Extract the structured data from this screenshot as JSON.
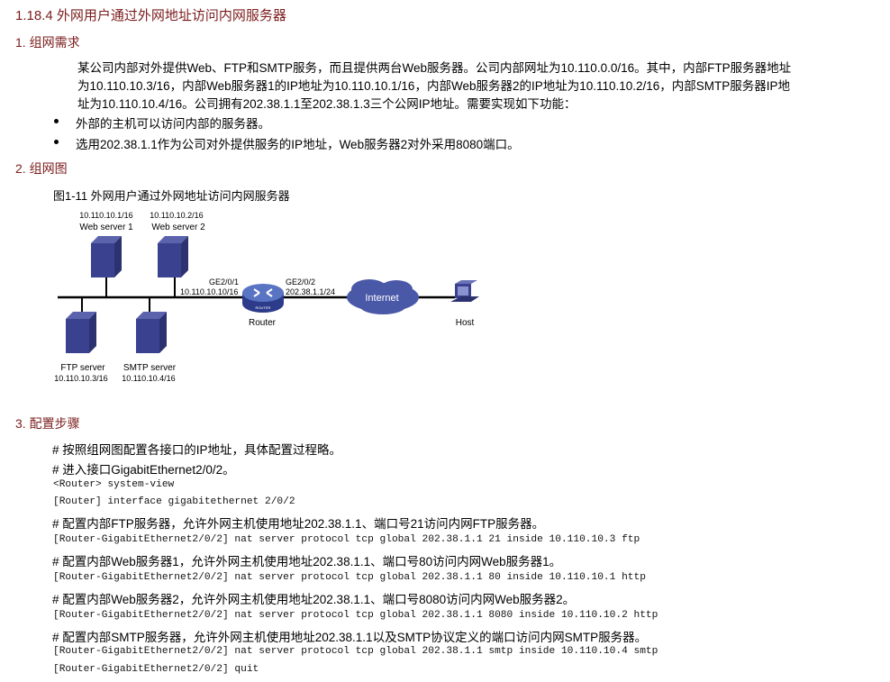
{
  "title": "1.18.4  外网用户通过外网地址访问内网服务器",
  "section1": {
    "heading": "1. 组网需求",
    "lines": [
      "某公司内部对外提供Web、FTP和SMTP服务，而且提供两台Web服务器。公司内部网址为10.110.0.0/16。其中，内部FTP服务器地址",
      "为10.110.10.3/16，内部Web服务器1的IP地址为10.110.10.1/16，内部Web服务器2的IP地址为10.110.10.2/16，内部SMTP服务器IP地",
      "址为10.110.10.4/16。公司拥有202.38.1.1至202.38.1.3三个公网IP地址。需要实现如下功能："
    ],
    "bullets": [
      "外部的主机可以访问内部的服务器。",
      "选用202.38.1.1作为公司对外提供服务的IP地址，Web服务器2对外采用8080端口。"
    ]
  },
  "section2": {
    "heading": "2. 组网图",
    "caption": "图1-11 外网用户通过外网地址访问内网服务器",
    "diagram": {
      "web1_ip": "10.110.10.1/16",
      "web1": "Web server 1",
      "web2_ip": "10.110.10.2/16",
      "web2": "Web server 2",
      "ftp": "FTP server",
      "ftp_ip": "10.110.10.3/16",
      "smtp": "SMTP server",
      "smtp_ip": "10.110.10.4/16",
      "ge1": "GE2/0/1",
      "ge1_ip": "10.110.10.10/16",
      "ge2": "GE2/0/2",
      "ge2_ip": "202.38.1.1/24",
      "router": "Router",
      "router_badge": "ROUTER",
      "internet": "Internet",
      "host": "Host"
    }
  },
  "section3": {
    "heading": "3. 配置步骤",
    "steps": [
      {
        "t": "text",
        "v": "# 按照组网图配置各接口的IP地址，具体配置过程略。"
      },
      {
        "t": "text",
        "v": "# 进入接口GigabitEthernet2/0/2。"
      },
      {
        "t": "code",
        "v": "<Router> system-view"
      },
      {
        "t": "code",
        "v": "[Router] interface gigabitethernet 2/0/2"
      },
      {
        "t": "text",
        "v": "# 配置内部FTP服务器，允许外网主机使用地址202.38.1.1、端口号21访问内网FTP服务器。"
      },
      {
        "t": "code",
        "v": "[Router-GigabitEthernet2/0/2] nat server protocol tcp global 202.38.1.1 21 inside 10.110.10.3 ftp"
      },
      {
        "t": "text",
        "v": "# 配置内部Web服务器1，允许外网主机使用地址202.38.1.1、端口号80访问内网Web服务器1。"
      },
      {
        "t": "code",
        "v": "[Router-GigabitEthernet2/0/2] nat server protocol tcp global 202.38.1.1 80 inside 10.110.10.1 http"
      },
      {
        "t": "text",
        "v": "# 配置内部Web服务器2，允许外网主机使用地址202.38.1.1、端口号8080访问内网Web服务器2。"
      },
      {
        "t": "code",
        "v": "[Router-GigabitEthernet2/0/2] nat server protocol tcp global 202.38.1.1 8080 inside 10.110.10.2 http"
      },
      {
        "t": "text",
        "v": "# 配置内部SMTP服务器，允许外网主机使用地址202.38.1.1以及SMTP协议定义的端口访问内网SMTP服务器。"
      },
      {
        "t": "code",
        "v": "[Router-GigabitEthernet2/0/2] nat server protocol tcp global 202.38.1.1 smtp inside 10.110.10.4 smtp"
      },
      {
        "t": "code",
        "v": "[Router-GigabitEthernet2/0/2] quit"
      }
    ]
  }
}
